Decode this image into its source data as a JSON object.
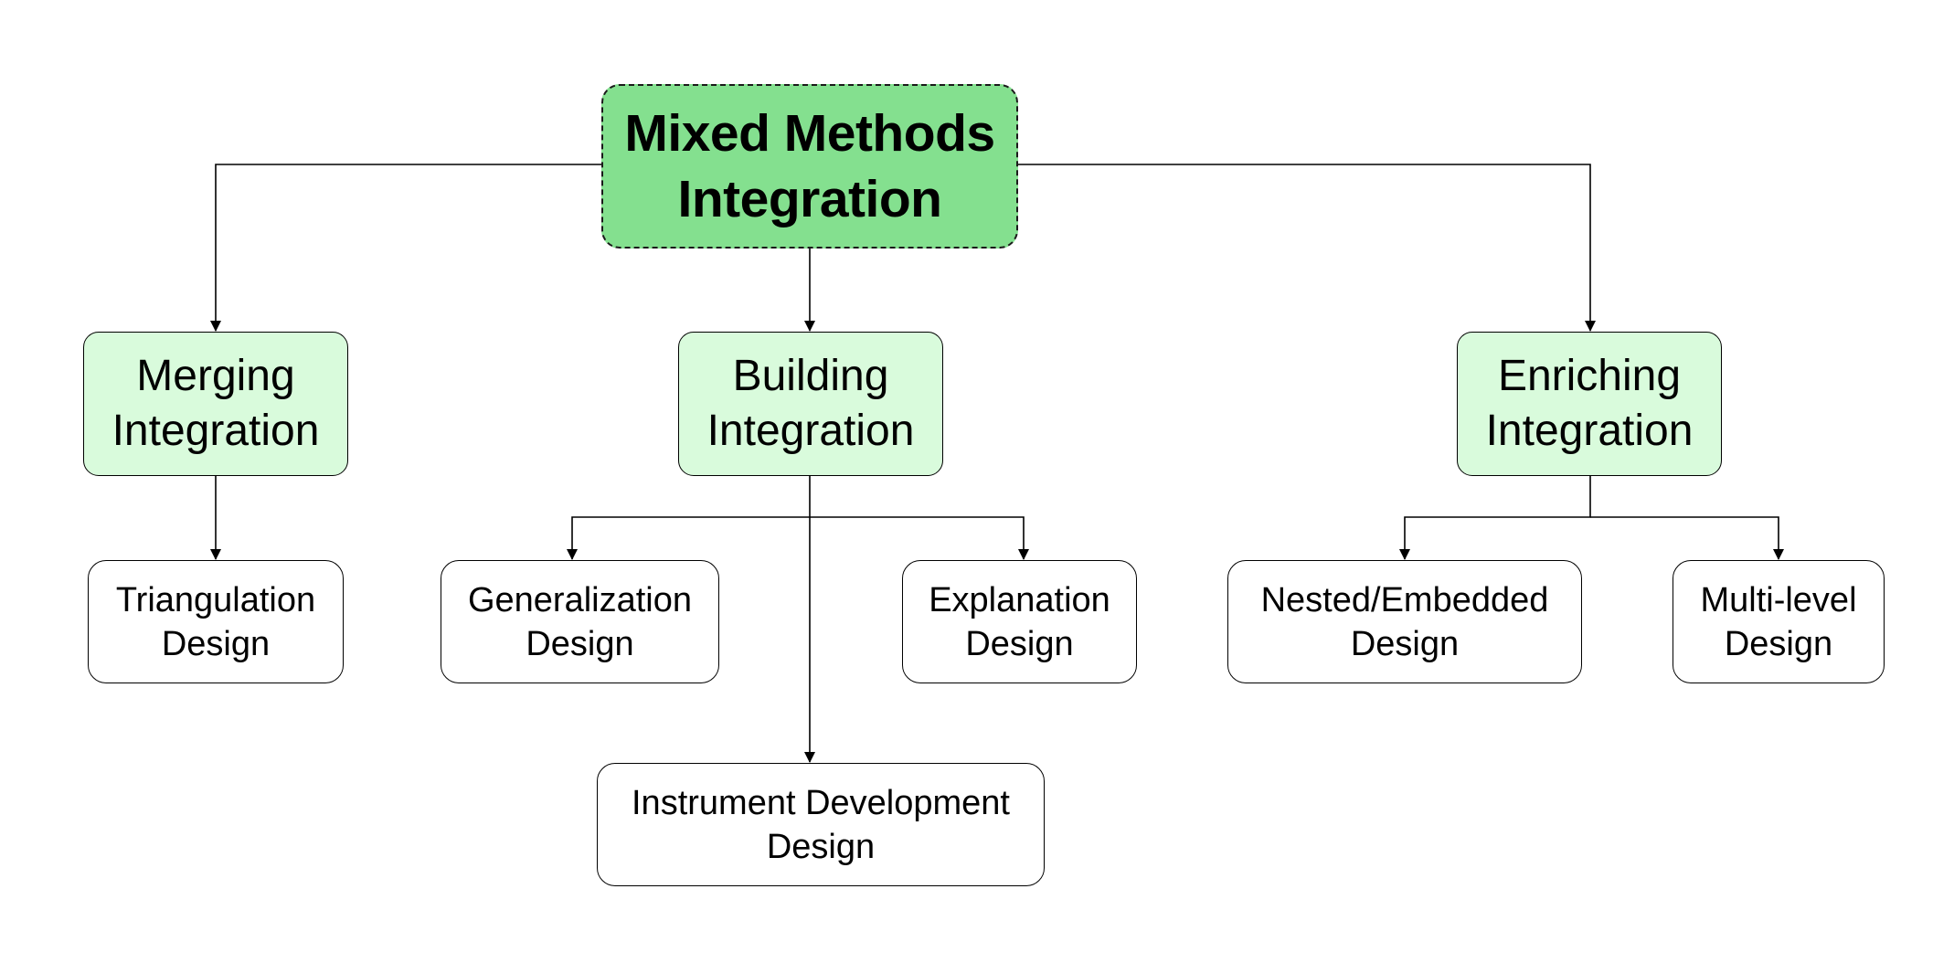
{
  "diagram": {
    "colors": {
      "root_fill": "#84e08f",
      "branch_fill": "#d9fbdc",
      "leaf_fill": "#ffffff",
      "line": "#000000"
    },
    "root": {
      "label": "Mixed Methods\nIntegration"
    },
    "branches": [
      {
        "id": "merging",
        "label": "Merging\nIntegration",
        "children": [
          {
            "id": "triangulation",
            "label": "Triangulation\nDesign"
          }
        ]
      },
      {
        "id": "building",
        "label": "Building\nIntegration",
        "children": [
          {
            "id": "generalization",
            "label": "Generalization\nDesign"
          },
          {
            "id": "explanation",
            "label": "Explanation\nDesign"
          },
          {
            "id": "instrument",
            "label": "Instrument Development\nDesign"
          }
        ]
      },
      {
        "id": "enriching",
        "label": "Enriching\nIntegration",
        "children": [
          {
            "id": "nested",
            "label": "Nested/Embedded\nDesign"
          },
          {
            "id": "multilevel",
            "label": "Multi-level\nDesign"
          }
        ]
      }
    ]
  }
}
